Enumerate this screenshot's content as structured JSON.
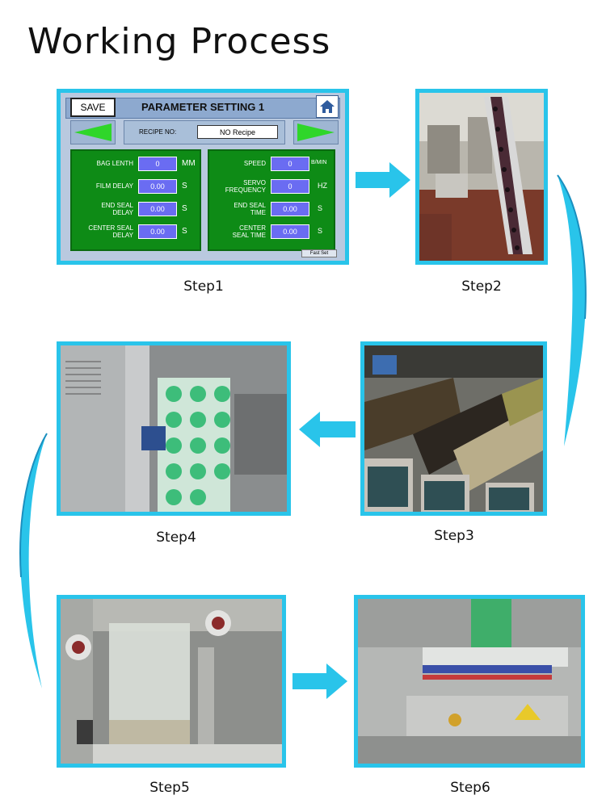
{
  "title": "Working Process",
  "steps": [
    {
      "label": "Step1"
    },
    {
      "label": "Step2"
    },
    {
      "label": "Step3"
    },
    {
      "label": "Step4"
    },
    {
      "label": "Step5"
    },
    {
      "label": "Step6"
    }
  ],
  "hmi": {
    "save_label": "SAVE",
    "screen_title": "PARAMETER SETTING 1",
    "recipe_label": "RECIPE NO:",
    "recipe_value": "NO Recipe",
    "left_fields": [
      {
        "label": "BAG LENTH",
        "value": "0",
        "unit": "MM"
      },
      {
        "label": "FILM DELAY",
        "value": "0.00",
        "unit": "S"
      },
      {
        "label": "END SEAL DELAY",
        "value": "0.00",
        "unit": "S"
      },
      {
        "label": "CENTER SEAL DELAY",
        "value": "0.00",
        "unit": "S"
      }
    ],
    "right_fields": [
      {
        "label": "SPEED",
        "value": "0",
        "unit": "B/MIN"
      },
      {
        "label": "SERVO FREQUENCY",
        "value": "0",
        "unit": "HZ"
      },
      {
        "label": "END SEAL TIME",
        "value": "0.00",
        "unit": "S"
      },
      {
        "label": "CENTER SEAL TIME",
        "value": "0.00",
        "unit": "S"
      }
    ],
    "fast_set_label": "Fast Set"
  },
  "colors": {
    "frame": "#29c4ea",
    "arrow": "#29c4ea",
    "hmi_green": "#0e8b16",
    "hmi_value": "#6a6cf2"
  }
}
